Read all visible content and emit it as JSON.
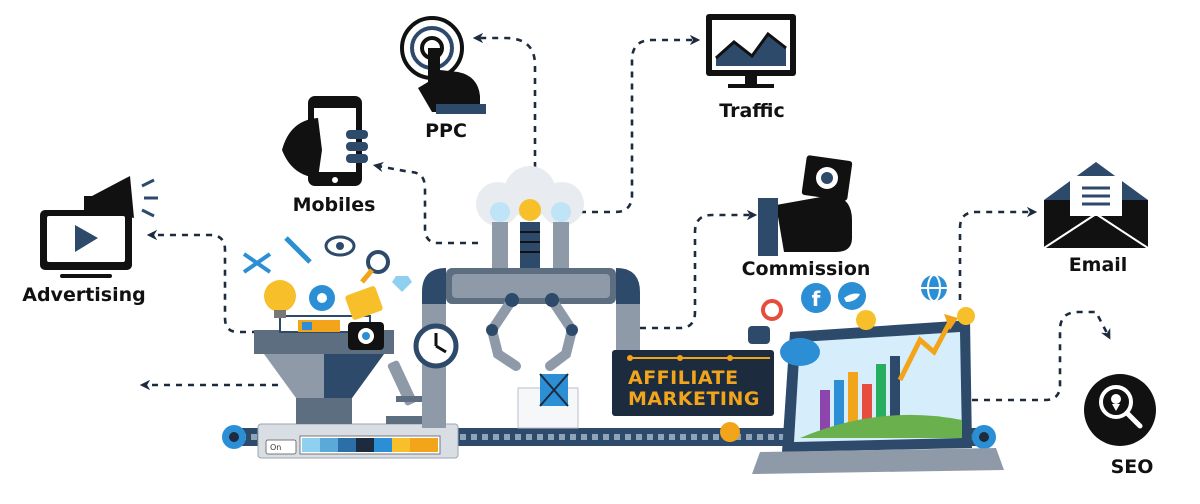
{
  "nodes": {
    "advertising": "Advertising",
    "mobiles": "Mobiles",
    "ppc": "PPC",
    "traffic": "Traffic",
    "commission": "Commission",
    "email": "Email",
    "seo": "SEO"
  },
  "banner": {
    "line1": "AFFILIATE",
    "line2": "MARKETING"
  },
  "machine": {
    "switch_label": "On"
  },
  "social": {
    "facebook": "f"
  },
  "colors": {
    "navy": "#1d2b3e",
    "slate": "#2e4a6b",
    "accent_orange": "#f2a51a",
    "accent_blue": "#2c8fd6",
    "bulb_yellow": "#f7c02b"
  }
}
